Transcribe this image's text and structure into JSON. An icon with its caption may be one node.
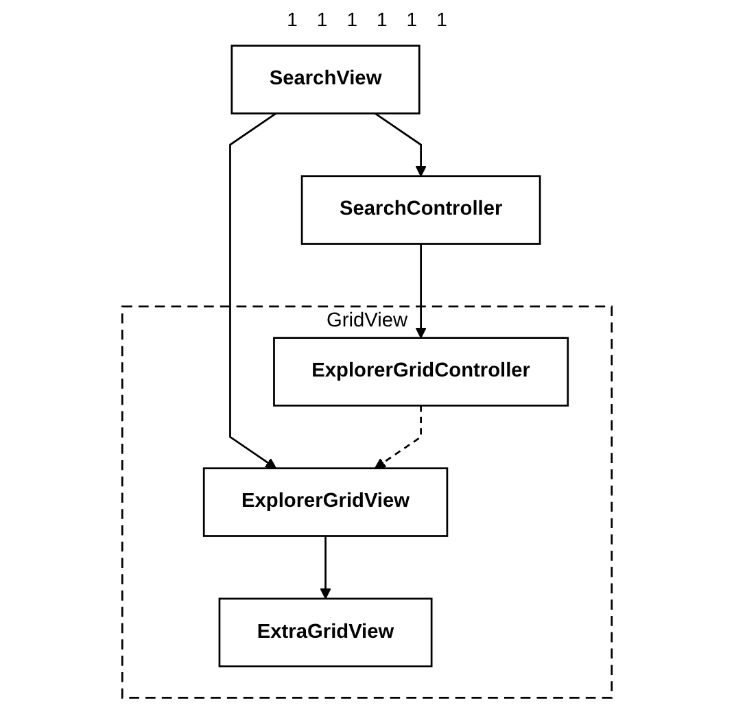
{
  "diagram": {
    "nodes": [
      {
        "text": [
          "GridView"
        ]
      },
      {
        "text": [
          "ExtraGridView"
        ],
        "in": 0
      },
      {
        "text": [
          "SearchView"
        ]
      },
      {
        "text": [
          "ExplorerGridView"
        ],
        "in": 0
      },
      {
        "text": [
          "SearchController"
        ]
      },
      {
        "text": [
          "ExplorerGridController"
        ],
        "in": 0
      }
    ],
    "edges": [
      {
        "from": 3,
        "to": 1,
        "arrow": "to"
      },
      {
        "from": 2,
        "to": 3,
        "arrow": "to"
      },
      {
        "from": 2,
        "to": 4,
        "arrow": "to"
      },
      {
        "from": 4,
        "to": 5,
        "arrow": "to"
      },
      {
        "from": 5,
        "to": 3,
        "arrow": "to",
        "style": "dashed"
      }
    ],
    "labels": [
      "1",
      "1",
      "1",
      "1",
      "1",
      "1"
    ]
  }
}
